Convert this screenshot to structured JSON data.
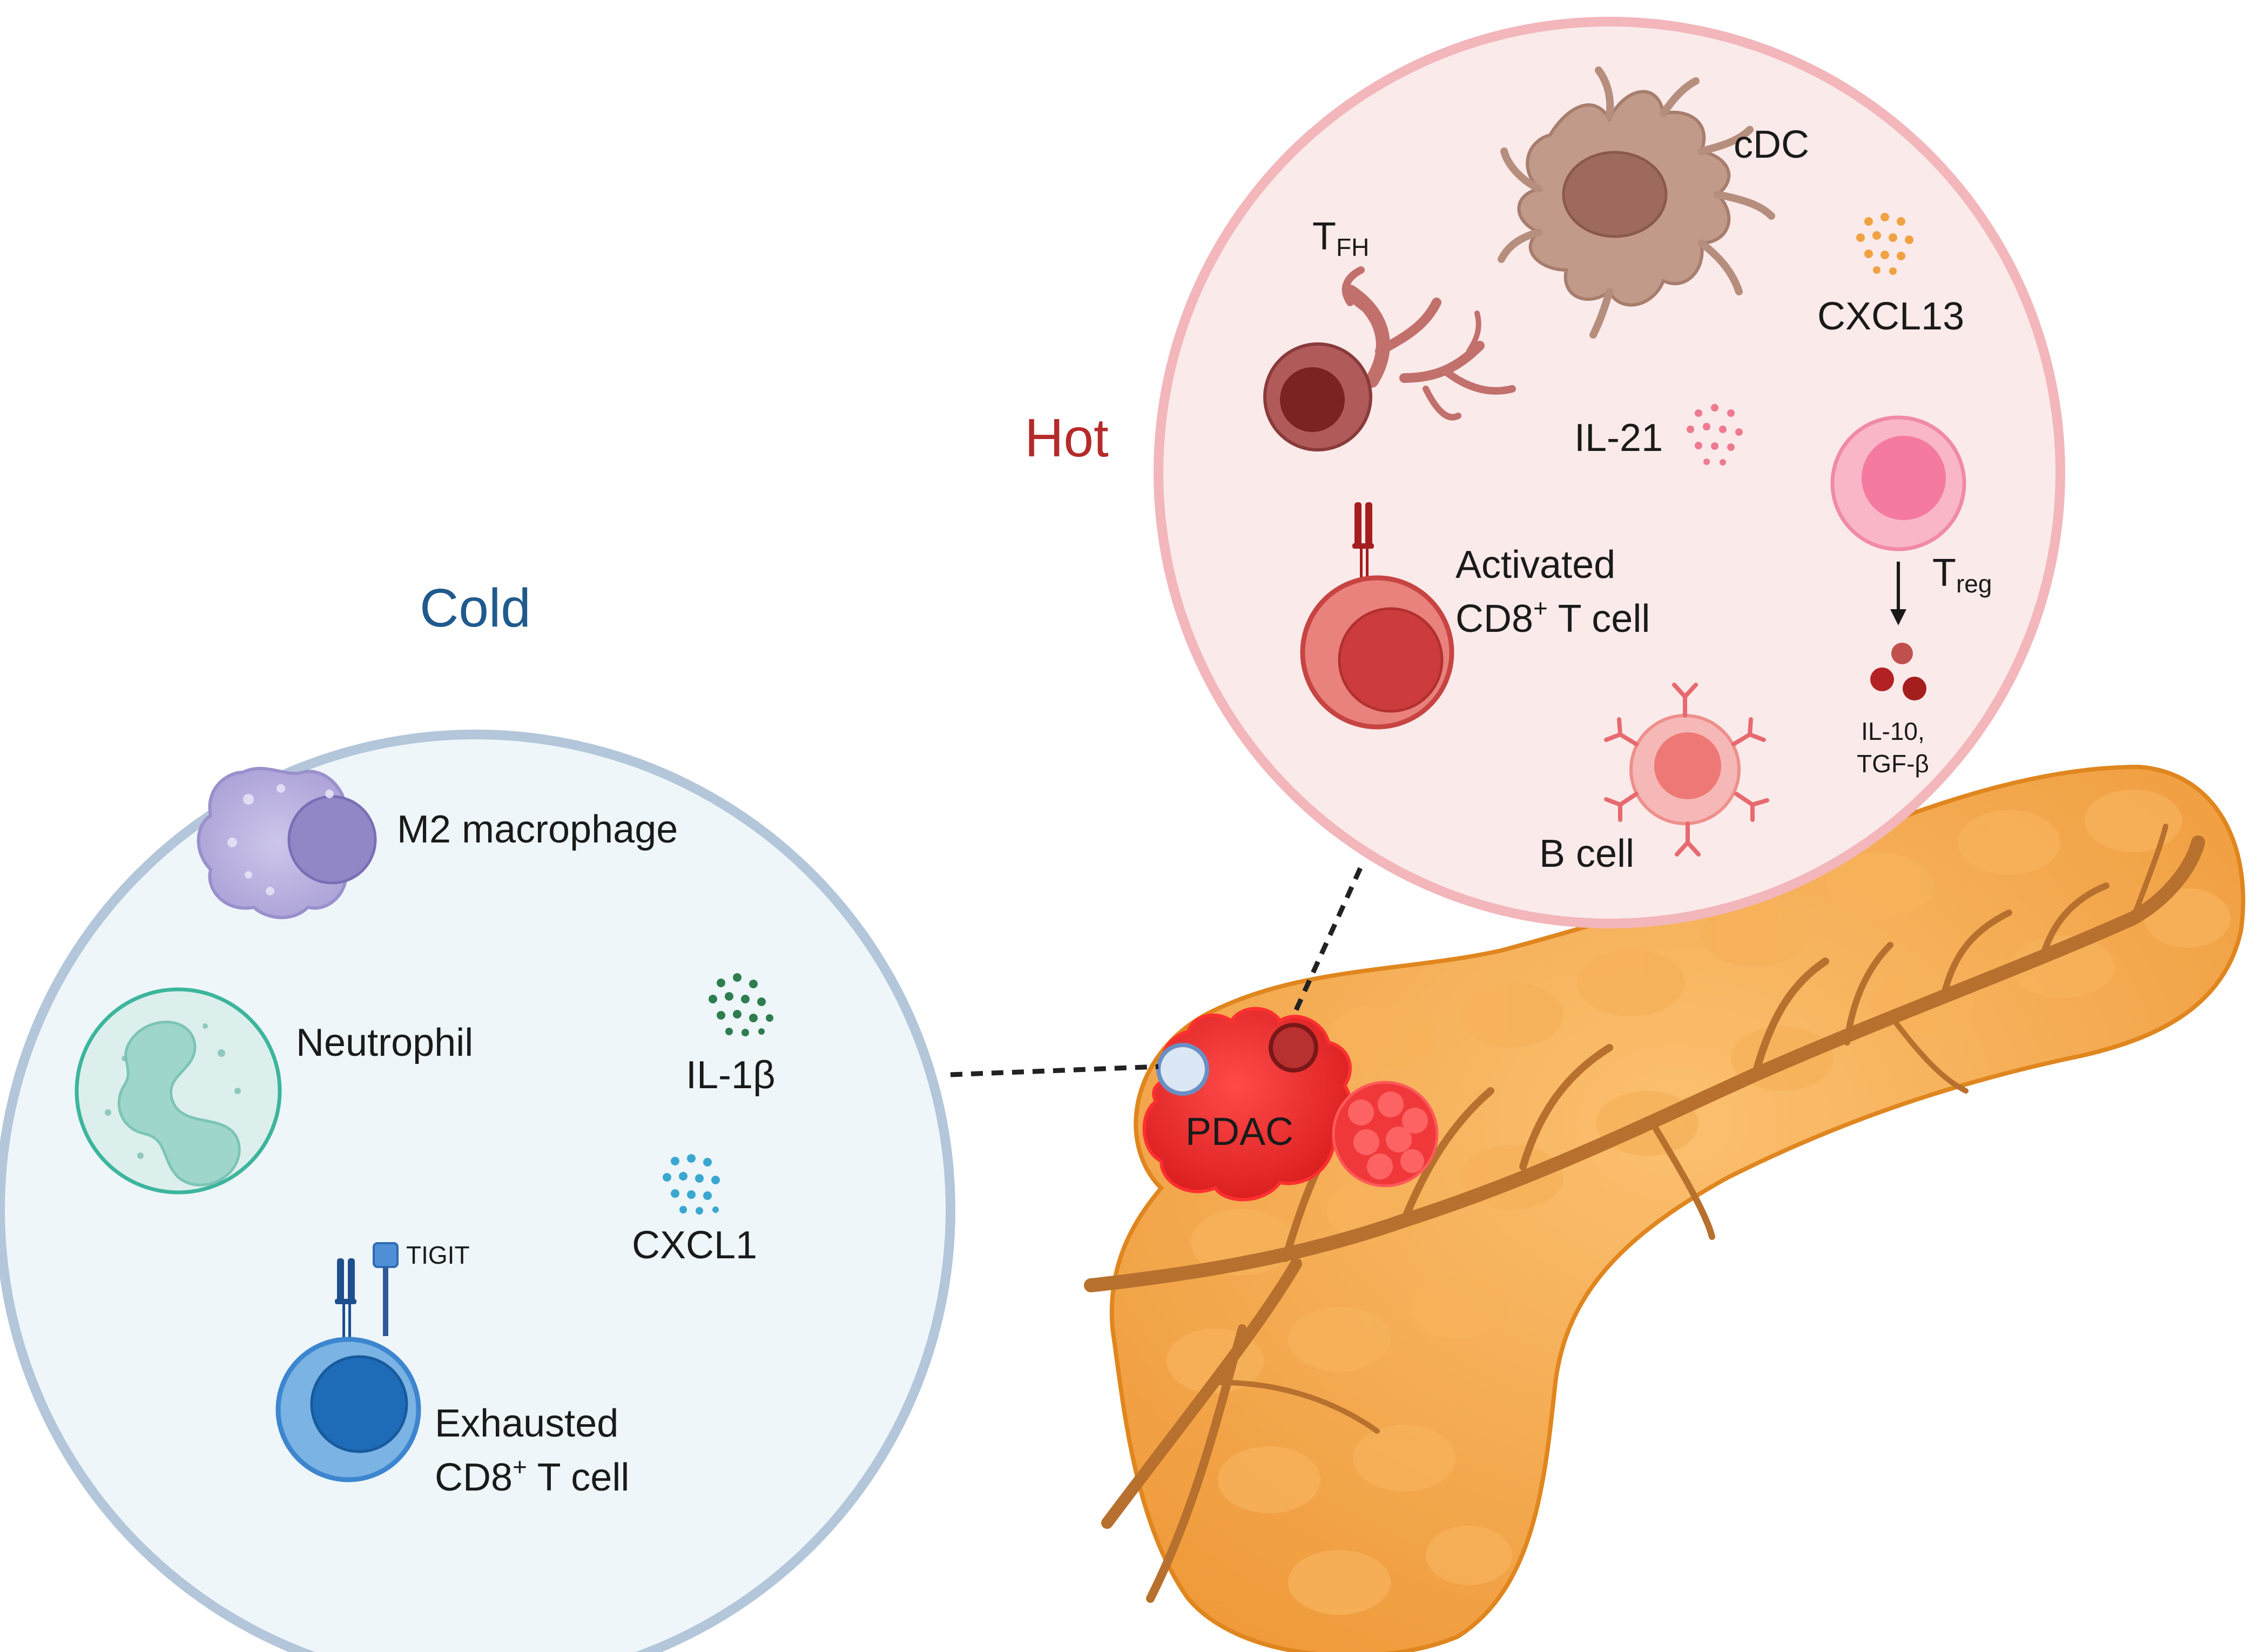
{
  "figure": {
    "cold": {
      "title": "Cold",
      "title_color": "#1f5a8c",
      "circle_fill": "#eef6fa",
      "circle_stroke": "#b3c6da",
      "cells": {
        "m2_macrophage": "M2 macrophage",
        "neutrophil": "Neutrophil",
        "il1b": "IL-1β",
        "cxcl1": "CXCL1",
        "tigit": "TIGIT",
        "exhausted_line1": "Exhausted",
        "exhausted_line2_prefix": "CD8",
        "exhausted_line2_sup": "+",
        "exhausted_line2_suffix": " T cell"
      }
    },
    "hot": {
      "title": "Hot",
      "title_color": "#b52b2b",
      "circle_fill": "#fbeaea",
      "circle_stroke": "#f2b6bb",
      "cells": {
        "tfh_main": "T",
        "tfh_sub": "FH",
        "cdc": "cDC",
        "cxcl13": "CXCL13",
        "il21": "IL-21",
        "activated_line1": "Activated",
        "activated_line2_prefix": "CD8",
        "activated_line2_sup": "+",
        "activated_line2_suffix": " T cell",
        "treg_main": "T",
        "treg_sub": "reg",
        "il10_line1": "IL-10,",
        "il10_line2": "TGF-β",
        "bcell": "B cell"
      }
    },
    "pancreas": {
      "tumor_label": "PDAC",
      "tissue_color": "#f3a64a",
      "duct_color": "#b8702e",
      "tumor_color": "#ee2a2a"
    }
  }
}
